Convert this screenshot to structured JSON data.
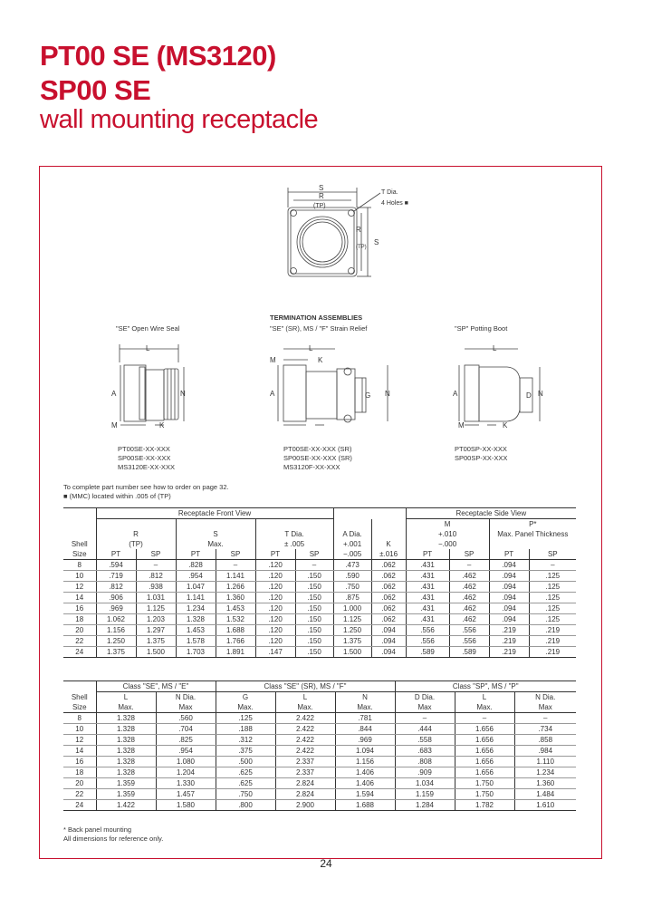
{
  "header": {
    "line1": "PT00 SE (MS3120)",
    "line2": "SP00 SE",
    "subtitle": "wall mounting receptacle"
  },
  "drawing": {
    "top": {
      "S": "S",
      "R": "R",
      "TP": "(TP)",
      "T_dia": "T Dia.",
      "holes": "4 Holes ■"
    },
    "termination_title": "TERMINATION ASSEMBLIES",
    "se_title": "\"SE\" Open Wire Seal",
    "sr_title": "\"SE\" (SR), MS / \"F\" Strain Relief",
    "sp_title": "\"SP\" Potting Boot",
    "dims": {
      "L": "L",
      "M": "M",
      "K": "K",
      "A": "A",
      "N": "N",
      "G": "G",
      "D": "D"
    },
    "se_parts": [
      "PT00SE-XX-XXX",
      "SP00SE-XX-XXX",
      "MS3120E-XX-XXX"
    ],
    "sr_parts": [
      "PT00SE-XX-XXX (SR)",
      "SP00SE-XX-XXX (SR)",
      "MS3120F-XX-XXX"
    ],
    "sp_parts": [
      "PT00SP-XX-XXX",
      "SP00SP-XX-XXX"
    ]
  },
  "notes": {
    "line1": "To complete part number see how to order on page 32.",
    "line2": "■ (MMC) located within .005 of (TP)"
  },
  "table1": {
    "group_front": "Receptacle Front View",
    "group_side": "Receptacle Side View",
    "shell": "Shell",
    "size": "Size",
    "R": "R",
    "R_sub": "(TP)",
    "S": "S",
    "S_sub": "Max.",
    "T": "T Dia.",
    "T_sub": "± .005",
    "A": "A Dia.",
    "A_sub1": "+.001",
    "A_sub2": "−.005",
    "K": "K",
    "K_sub": "±.016",
    "M": "M",
    "M_sub1": "+.010",
    "M_sub2": "−.000",
    "P": "P*",
    "P_sub": "Max. Panel Thickness",
    "PT": "PT",
    "SP": "SP",
    "rows": [
      [
        "8",
        ".594",
        "–",
        ".828",
        "–",
        ".120",
        "–",
        ".473",
        ".062",
        ".431",
        "–",
        ".094",
        "–"
      ],
      [
        "10",
        ".719",
        ".812",
        ".954",
        "1.141",
        ".120",
        ".150",
        ".590",
        ".062",
        ".431",
        ".462",
        ".094",
        ".125"
      ],
      [
        "12",
        ".812",
        ".938",
        "1.047",
        "1.266",
        ".120",
        ".150",
        ".750",
        ".062",
        ".431",
        ".462",
        ".094",
        ".125"
      ],
      [
        "14",
        ".906",
        "1.031",
        "1.141",
        "1.360",
        ".120",
        ".150",
        ".875",
        ".062",
        ".431",
        ".462",
        ".094",
        ".125"
      ],
      [
        "16",
        ".969",
        "1.125",
        "1.234",
        "1.453",
        ".120",
        ".150",
        "1.000",
        ".062",
        ".431",
        ".462",
        ".094",
        ".125"
      ],
      [
        "18",
        "1.062",
        "1.203",
        "1.328",
        "1.532",
        ".120",
        ".150",
        "1.125",
        ".062",
        ".431",
        ".462",
        ".094",
        ".125"
      ],
      [
        "20",
        "1.156",
        "1.297",
        "1.453",
        "1.688",
        ".120",
        ".150",
        "1.250",
        ".094",
        ".556",
        ".556",
        ".219",
        ".219"
      ],
      [
        "22",
        "1.250",
        "1.375",
        "1.578",
        "1.766",
        ".120",
        ".150",
        "1.375",
        ".094",
        ".556",
        ".556",
        ".219",
        ".219"
      ],
      [
        "24",
        "1.375",
        "1.500",
        "1.703",
        "1.891",
        ".147",
        ".150",
        "1.500",
        ".094",
        ".589",
        ".589",
        ".219",
        ".219"
      ]
    ]
  },
  "table2": {
    "group_se": "Class \"SE\", MS / \"E\"",
    "group_sr": "Class \"SE\" (SR), MS / \"F\"",
    "group_sp": "Class \"SP\", MS / \"P\"",
    "shell": "Shell",
    "size": "Size",
    "L": "L",
    "max": "Max.",
    "N_dia": "N Dia.",
    "max_short": "Max",
    "G": "G",
    "D_dia": "D Dia.",
    "N": "N",
    "rows": [
      [
        "8",
        "1.328",
        ".560",
        ".125",
        "2.422",
        ".781",
        "–",
        "–",
        "–"
      ],
      [
        "10",
        "1.328",
        ".704",
        ".188",
        "2.422",
        ".844",
        ".444",
        "1.656",
        ".734"
      ],
      [
        "12",
        "1.328",
        ".825",
        ".312",
        "2.422",
        ".969",
        ".558",
        "1.656",
        ".858"
      ],
      [
        "14",
        "1.328",
        ".954",
        ".375",
        "2.422",
        "1.094",
        ".683",
        "1.656",
        ".984"
      ],
      [
        "16",
        "1.328",
        "1.080",
        ".500",
        "2.337",
        "1.156",
        ".808",
        "1.656",
        "1.110"
      ],
      [
        "18",
        "1.328",
        "1.204",
        ".625",
        "2.337",
        "1.406",
        ".909",
        "1.656",
        "1.234"
      ],
      [
        "20",
        "1.359",
        "1.330",
        ".625",
        "2.824",
        "1.406",
        "1.034",
        "1.750",
        "1.360"
      ],
      [
        "22",
        "1.359",
        "1.457",
        ".750",
        "2.824",
        "1.594",
        "1.159",
        "1.750",
        "1.484"
      ],
      [
        "24",
        "1.422",
        "1.580",
        ".800",
        "2.900",
        "1.688",
        "1.284",
        "1.782",
        "1.610"
      ]
    ]
  },
  "footnotes": {
    "line1": "* Back panel mounting",
    "line2": "All dimensions for reference only."
  },
  "page_number": "24"
}
